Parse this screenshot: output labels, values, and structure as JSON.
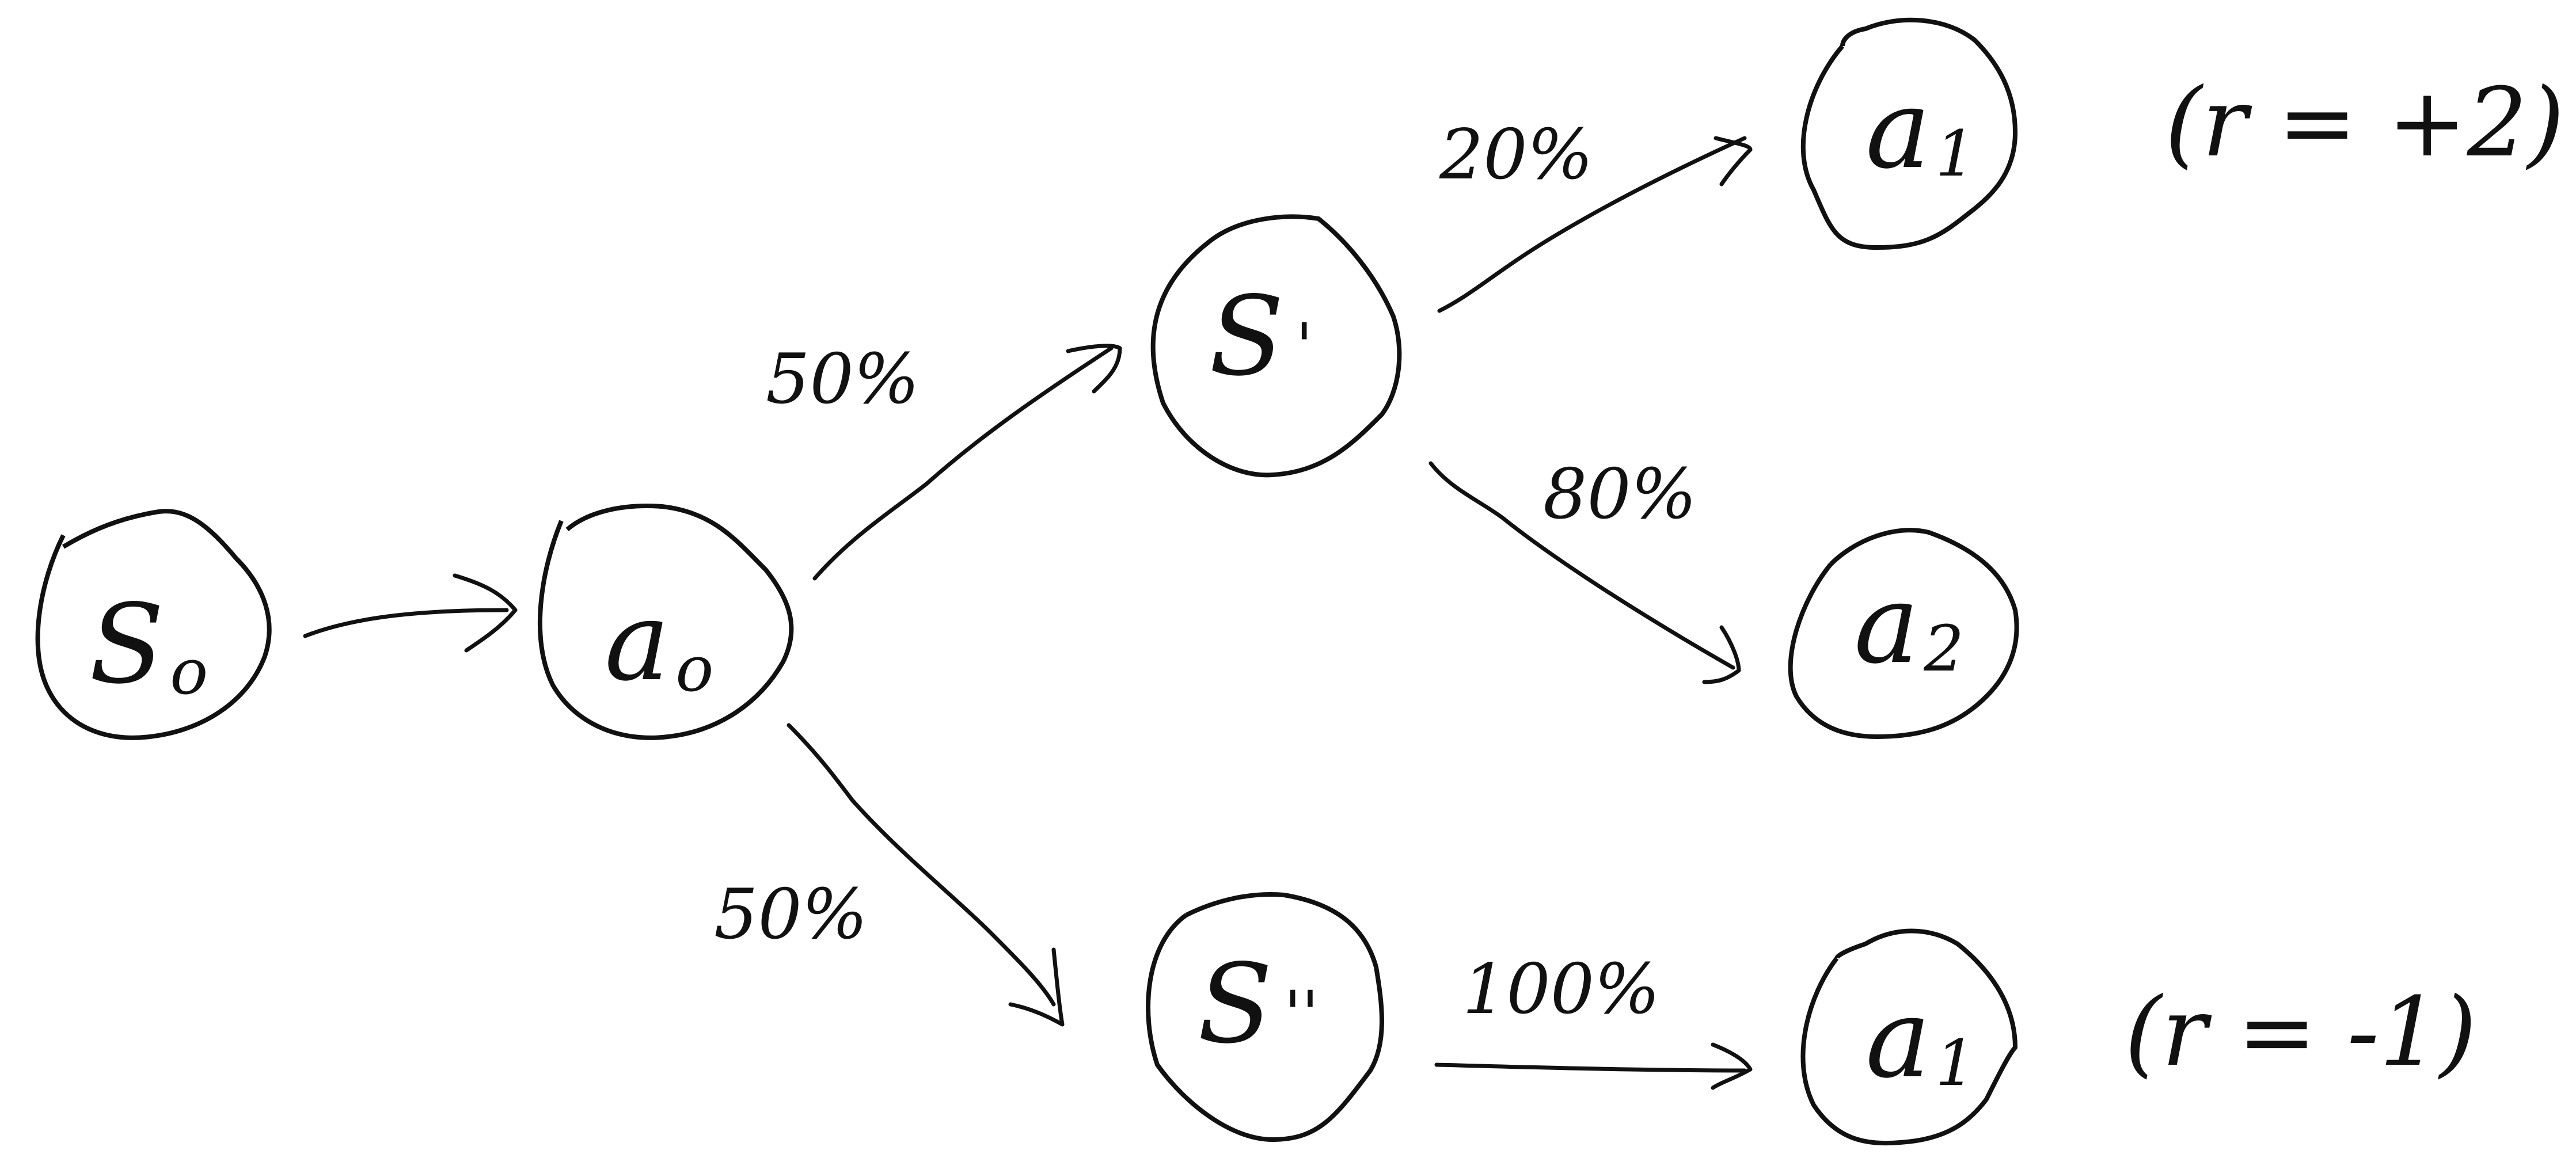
{
  "nodes": [
    {
      "id": "s0",
      "main": "S",
      "sub": "o"
    },
    {
      "id": "a0",
      "main": "a",
      "sub": "o"
    },
    {
      "id": "s1",
      "main": "S",
      "sub": "'"
    },
    {
      "id": "s2",
      "main": "S",
      "sub": "''"
    },
    {
      "id": "a1-top",
      "main": "a",
      "sub": "1"
    },
    {
      "id": "a2",
      "main": "a",
      "sub": "2"
    },
    {
      "id": "a1-bottom",
      "main": "a",
      "sub": "1"
    }
  ],
  "edges": [
    {
      "from": "s0",
      "to": "a0",
      "label": ""
    },
    {
      "from": "a0",
      "to": "s1",
      "label": "50%"
    },
    {
      "from": "a0",
      "to": "s2",
      "label": "50%"
    },
    {
      "from": "s1",
      "to": "a1-top",
      "label": "20%"
    },
    {
      "from": "s1",
      "to": "a2",
      "label": "80%"
    },
    {
      "from": "s2",
      "to": "a1-bottom",
      "label": "100%"
    }
  ],
  "rewards": [
    {
      "node": "a1-top",
      "text": "(r = +2)"
    },
    {
      "node": "a1-bottom",
      "text": "(r = -1)"
    }
  ]
}
